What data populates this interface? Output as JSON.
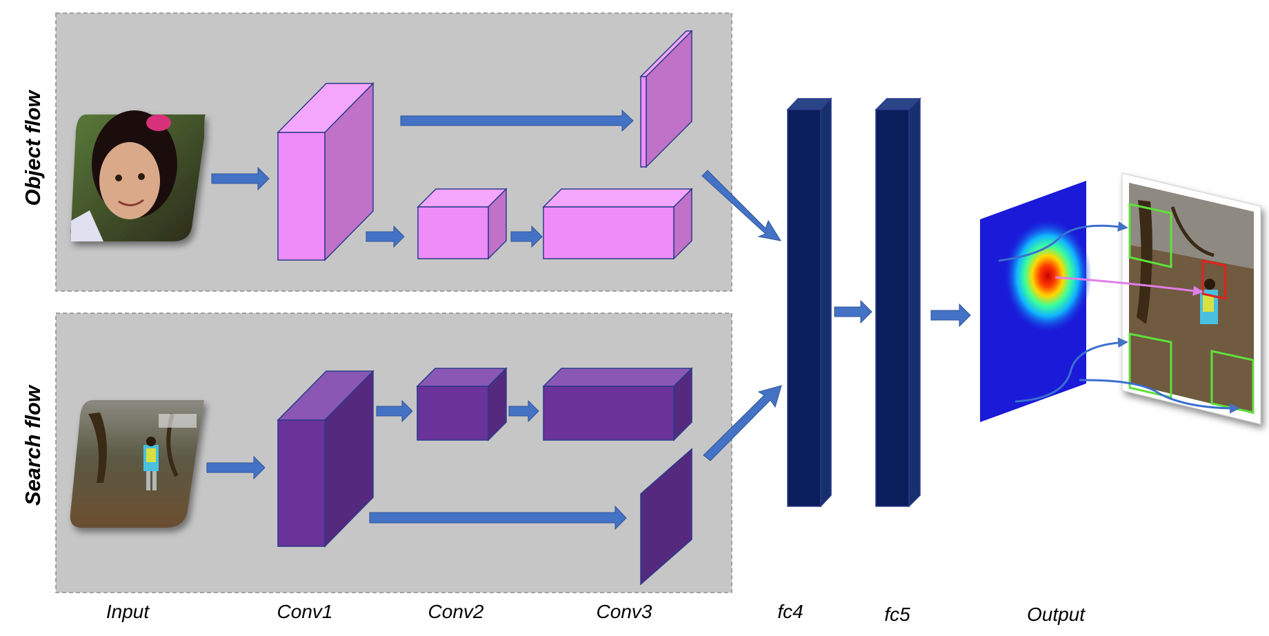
{
  "rows": {
    "object": "Object  flow",
    "search": "Search flow"
  },
  "stages": {
    "input": "Input",
    "conv1": "Conv1",
    "conv2": "Conv2",
    "conv3": "Conv3",
    "fc4": "fc4",
    "fc5": "fc5",
    "output": "Output"
  },
  "colors": {
    "panel": "#c6c6c6",
    "panel_border": "#8c8c8c",
    "object_block_front": "#ee8cf8",
    "object_block_side": "#c072c8",
    "search_block_front": "#6a3399",
    "search_block_side": "#552a7e",
    "fc_front": "#0b1e5c",
    "fc_side": "#16306e",
    "arrow": "#4472c4",
    "target_box": "#e0201a",
    "candidate_box": "#5fe03a"
  },
  "icons": {
    "object_input": "girl-face-photo",
    "search_input": "girl-in-park-photo",
    "heatmap": "response-heatmap",
    "output_frame": "tracking-result-photo"
  }
}
